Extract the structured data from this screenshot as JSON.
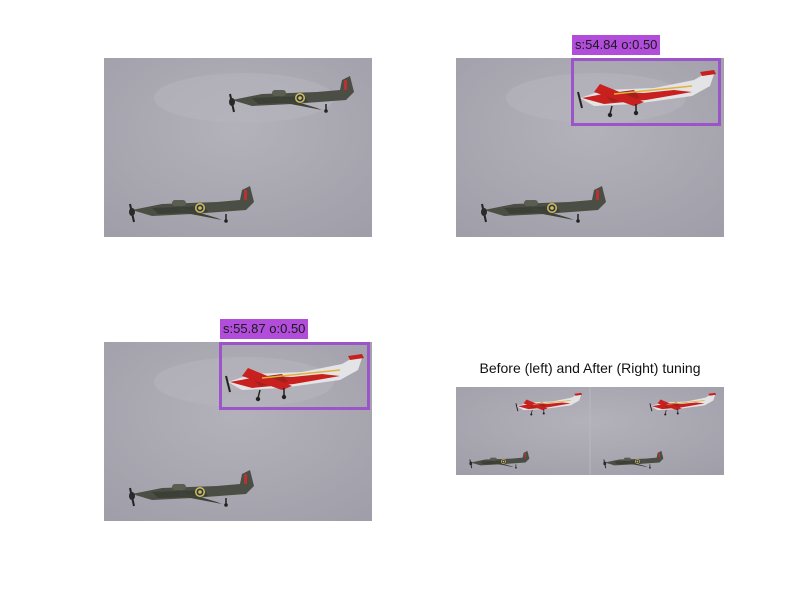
{
  "figure": {
    "background": "#ffffff"
  },
  "panels": [
    {
      "name": "original",
      "detection": null
    },
    {
      "name": "detection-a",
      "detection": {
        "label": "s:54.84 o:0.50",
        "color": "#b24ddb"
      }
    },
    {
      "name": "detection-b",
      "detection": {
        "label": "s:55.87 o:0.50",
        "color": "#b24ddb"
      }
    },
    {
      "name": "comparison",
      "title": "Before (left) and After (Right) tuning"
    }
  ],
  "colors": {
    "sky": "#a6a4ad",
    "hurricane": "#4a4d42",
    "roundel_blue": "#2a3560",
    "roundel_yellow": "#d6c24a",
    "red_plane": "#c8201e",
    "white_plane": "#e6e6e6",
    "box_stroke": "#9b55c9"
  }
}
